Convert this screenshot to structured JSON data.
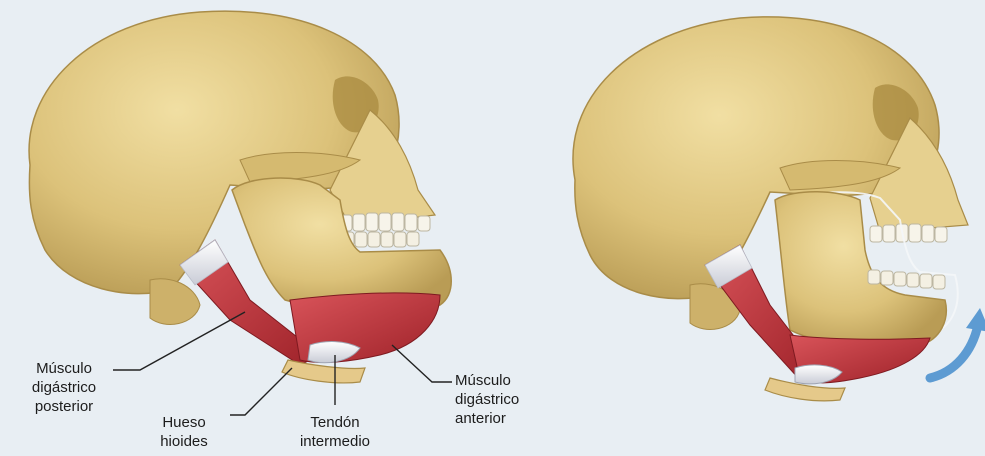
{
  "labels": {
    "digastric_posterior": [
      "Músculo",
      "digástrico",
      "posterior"
    ],
    "hyoid": [
      "Hueso",
      "hioides"
    ],
    "intermediate_tendon": [
      "Tendón",
      "intermedio"
    ],
    "digastric_anterior": [
      "Músculo",
      "digástrico",
      "anterior"
    ]
  },
  "colors": {
    "bone": "#e0c983",
    "bone_shadow": "#b59a55",
    "muscle": "#c5343c",
    "tendon": "#eef0f4",
    "arrow": "#5d9bd2",
    "background": "#e8eef3"
  }
}
